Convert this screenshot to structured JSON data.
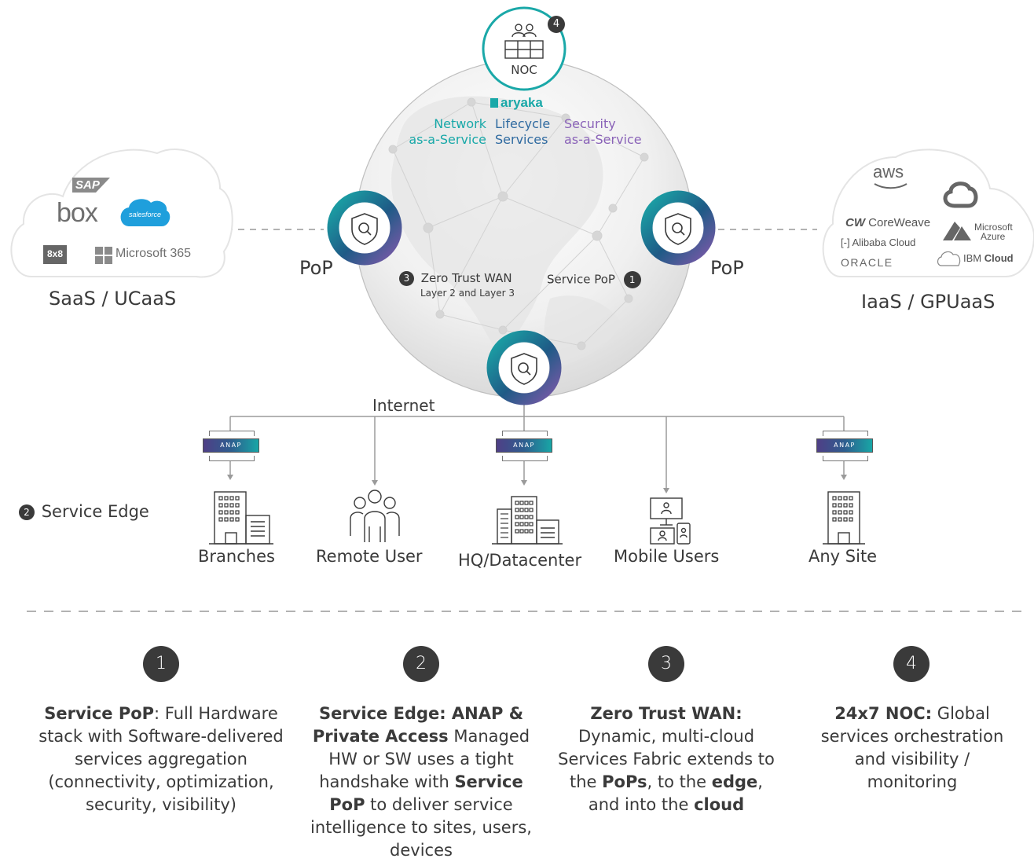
{
  "noc": {
    "label": "NOC",
    "badge": "4"
  },
  "brand": {
    "name": "aryaka",
    "color": "#1aa8a8",
    "services": [
      {
        "line1": "Network",
        "line2": "as-a-Service",
        "color": "#18a8a8"
      },
      {
        "line1": "Lifecycle",
        "line2": "Services",
        "color": "#2f6aa0"
      },
      {
        "line1": "Security",
        "line2": "as-a-Service",
        "color": "#8a63b8"
      }
    ]
  },
  "pop_labels": {
    "left": "PoP",
    "right": "PoP"
  },
  "globe_labels": {
    "zero_trust_badge": "3",
    "zero_trust_title": "Zero Trust WAN",
    "zero_trust_sub": "Layer 2 and Layer 3",
    "service_pop": "Service PoP",
    "service_pop_badge": "1"
  },
  "saas": {
    "label": "SaaS / UCaaS",
    "logos": {
      "sap": "SAP",
      "box": "box",
      "salesforce": "salesforce",
      "eightbyeight": "8x8",
      "microsoft365": "Microsoft 365"
    }
  },
  "iaas": {
    "label": "IaaS / GPUaaS",
    "logos": {
      "aws": "aws",
      "coreweave": "CoreWeave",
      "azure_line1": "Microsoft",
      "azure_line2": "Azure",
      "alibaba": "Alibaba Cloud",
      "oracle": "ORACLE",
      "ibm": "IBM",
      "ibm_cloud": "Cloud"
    }
  },
  "internet_label": "Internet",
  "anap_label": "ANAP",
  "service_edge": {
    "badge": "2",
    "label": "Service Edge"
  },
  "sites": [
    "Branches",
    "Remote User",
    "HQ/Datacenter",
    "Mobile Users",
    "Any Site"
  ],
  "cards": [
    {
      "number": "1",
      "bold1": "Service PoP",
      "text1": ": Full Hardware stack with Software-delivered services aggregation (connectivity, optimization, security, visibility)"
    },
    {
      "number": "2",
      "bold1": "Service Edge: ANAP & Private Access",
      "text1": " Managed HW or SW uses a tight handshake with ",
      "bold2": "Service PoP",
      "text2": " to deliver service intelligence to sites, users, devices"
    },
    {
      "number": "3",
      "bold1": "Zero Trust WAN:",
      "text1": " Dynamic, multi-cloud Services Fabric extends to the ",
      "bold2": "PoPs",
      "text2": ", to the ",
      "bold3": "edge",
      "text3": ", and into the ",
      "bold4": "cloud"
    },
    {
      "number": "4",
      "bold1": "24x7 NOC:",
      "text1": " Global services orchestration and visibility / monitoring"
    }
  ],
  "colors": {
    "teal": "#1aa8a8",
    "navy": "#1f4f7d",
    "purple": "#7b59a8",
    "text": "#3a3a3a"
  }
}
